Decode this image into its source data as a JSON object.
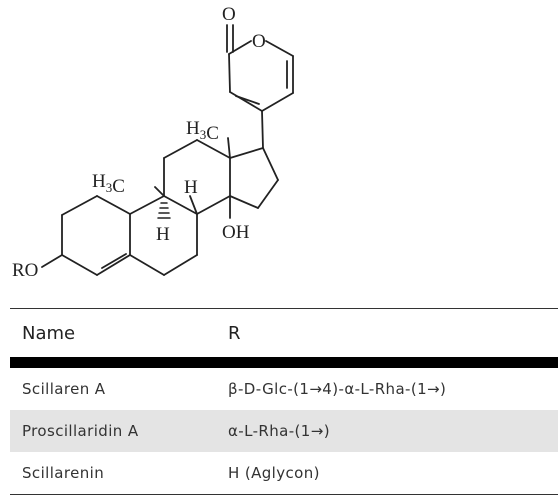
{
  "structure": {
    "atoms": {
      "carbonyl_o": "O",
      "ring_o": "O",
      "c18_methyl": "H3C",
      "c19_methyl": "H3C",
      "h8": "H",
      "h9": "H",
      "oh14": "OH",
      "ro3": "RO"
    }
  },
  "table": {
    "headers": {
      "name": "Name",
      "r": "R"
    },
    "rows": [
      {
        "name": "Scillaren A",
        "r": "β-D-Glc-(1→4)-α-L-Rha-(1→)"
      },
      {
        "name": "Proscillaridin A",
        "r": "α-L-Rha-(1→)"
      },
      {
        "name": "Scillarenin",
        "r": "H (Aglycon)"
      }
    ]
  }
}
